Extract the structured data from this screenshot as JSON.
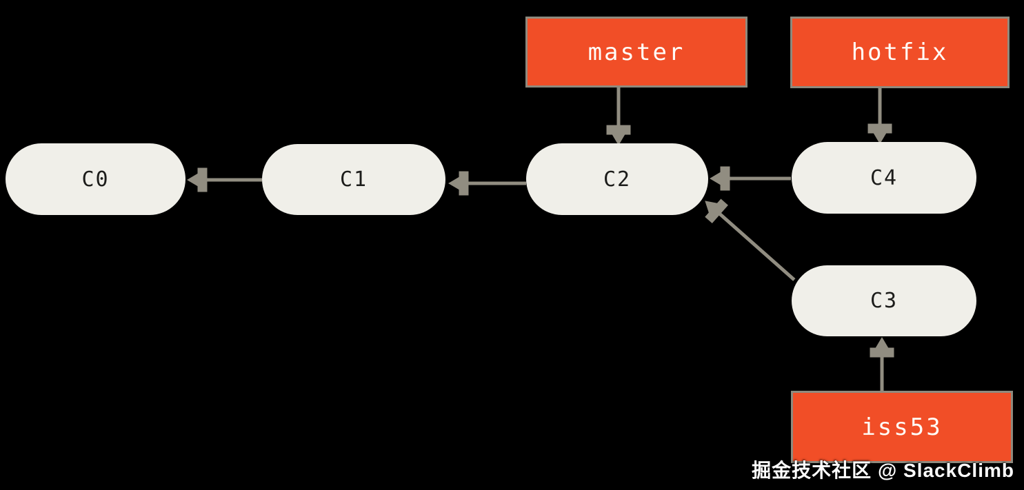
{
  "diagram": {
    "type": "git-commit-graph",
    "nodes": [
      {
        "id": "C0",
        "label": "C0"
      },
      {
        "id": "C1",
        "label": "C1"
      },
      {
        "id": "C2",
        "label": "C2"
      },
      {
        "id": "C3",
        "label": "C3"
      },
      {
        "id": "C4",
        "label": "C4"
      }
    ],
    "branches": [
      {
        "id": "master",
        "label": "master",
        "points_to": "C2"
      },
      {
        "id": "hotfix",
        "label": "hotfix",
        "points_to": "C4"
      },
      {
        "id": "iss53",
        "label": "iss53",
        "points_to": "C3"
      }
    ],
    "edges": [
      {
        "from": "C1",
        "to": "C0"
      },
      {
        "from": "C2",
        "to": "C1"
      },
      {
        "from": "C4",
        "to": "C2"
      },
      {
        "from": "C3",
        "to": "C2"
      },
      {
        "from": "master",
        "to": "C2"
      },
      {
        "from": "hotfix",
        "to": "C4"
      },
      {
        "from": "iss53",
        "to": "C3"
      }
    ],
    "colors": {
      "background": "#000000",
      "node_fill": "#f0efe9",
      "node_text": "#1c1c1a",
      "branch_fill": "#f14e27",
      "branch_border": "#8e8a7e",
      "branch_text": "#fffdf8",
      "arrow": "#918d81"
    }
  },
  "watermark": {
    "text": "掘金技术社区 @ SlackClimb"
  }
}
